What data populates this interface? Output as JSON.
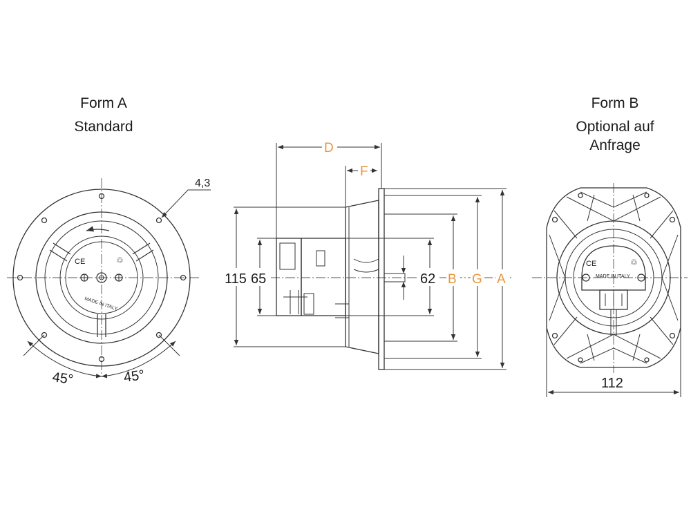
{
  "form_a": {
    "title": "Form A",
    "subtitle": "Standard",
    "hole_dim": "4,3",
    "angle_left": "45°",
    "angle_right": "45°"
  },
  "side_view": {
    "dim_115": "115",
    "dim_65": "65",
    "dim_62": "62",
    "dim_D": "D",
    "dim_F": "F",
    "dim_B": "B",
    "dim_G": "G",
    "dim_A": "A"
  },
  "form_b": {
    "title": "Form B",
    "subtitle_line1": "Optional auf",
    "subtitle_line2": "Anfrage",
    "width_dim": "112"
  },
  "markings": {
    "ce": "CE",
    "made_in": "MADE IN ITALY",
    "recycle": "♲"
  },
  "colors": {
    "line": "#333333",
    "accent": "#e8963c"
  }
}
